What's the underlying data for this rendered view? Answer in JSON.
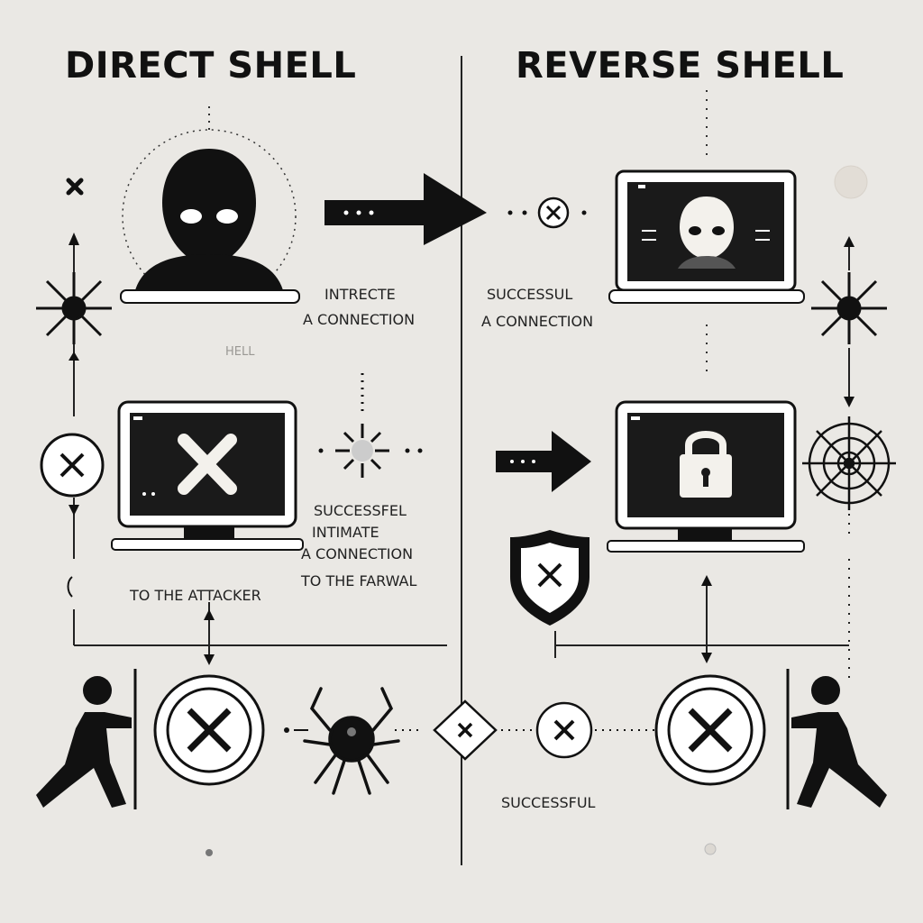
{
  "panels": {
    "left": {
      "title": "DIRECT SHELL",
      "labels": {
        "attacker_caption_1": "INTRECTE",
        "attacker_caption_2": "A CONNECTION",
        "faint_text": "HELL",
        "middle_1": "SUCCESSFEL",
        "middle_2": "INTIMATE",
        "middle_3": "A CONNECTION",
        "middle_4": "TO THE FARWAL",
        "bottom_caption": "TO THE ATTACKER"
      }
    },
    "right": {
      "title": "REVERSE SHELL",
      "labels": {
        "top_caption_1": "SUCCESSUL",
        "top_caption_2": "A CONNECTION",
        "bottom_caption": "SUCCESSFUL"
      }
    }
  },
  "colors": {
    "background": "#eae8e4",
    "ink": "#111111",
    "screen": "#1a1a1a",
    "accent_light": "#f3f1ec"
  },
  "icons": [
    "hacker-icon",
    "laptop-icon",
    "monitor-icon",
    "lock-icon",
    "shield-x-icon",
    "spider-bug-icon",
    "person-pushing-icon",
    "x-circle-icon",
    "sun-burst-icon",
    "target-web-icon"
  ]
}
